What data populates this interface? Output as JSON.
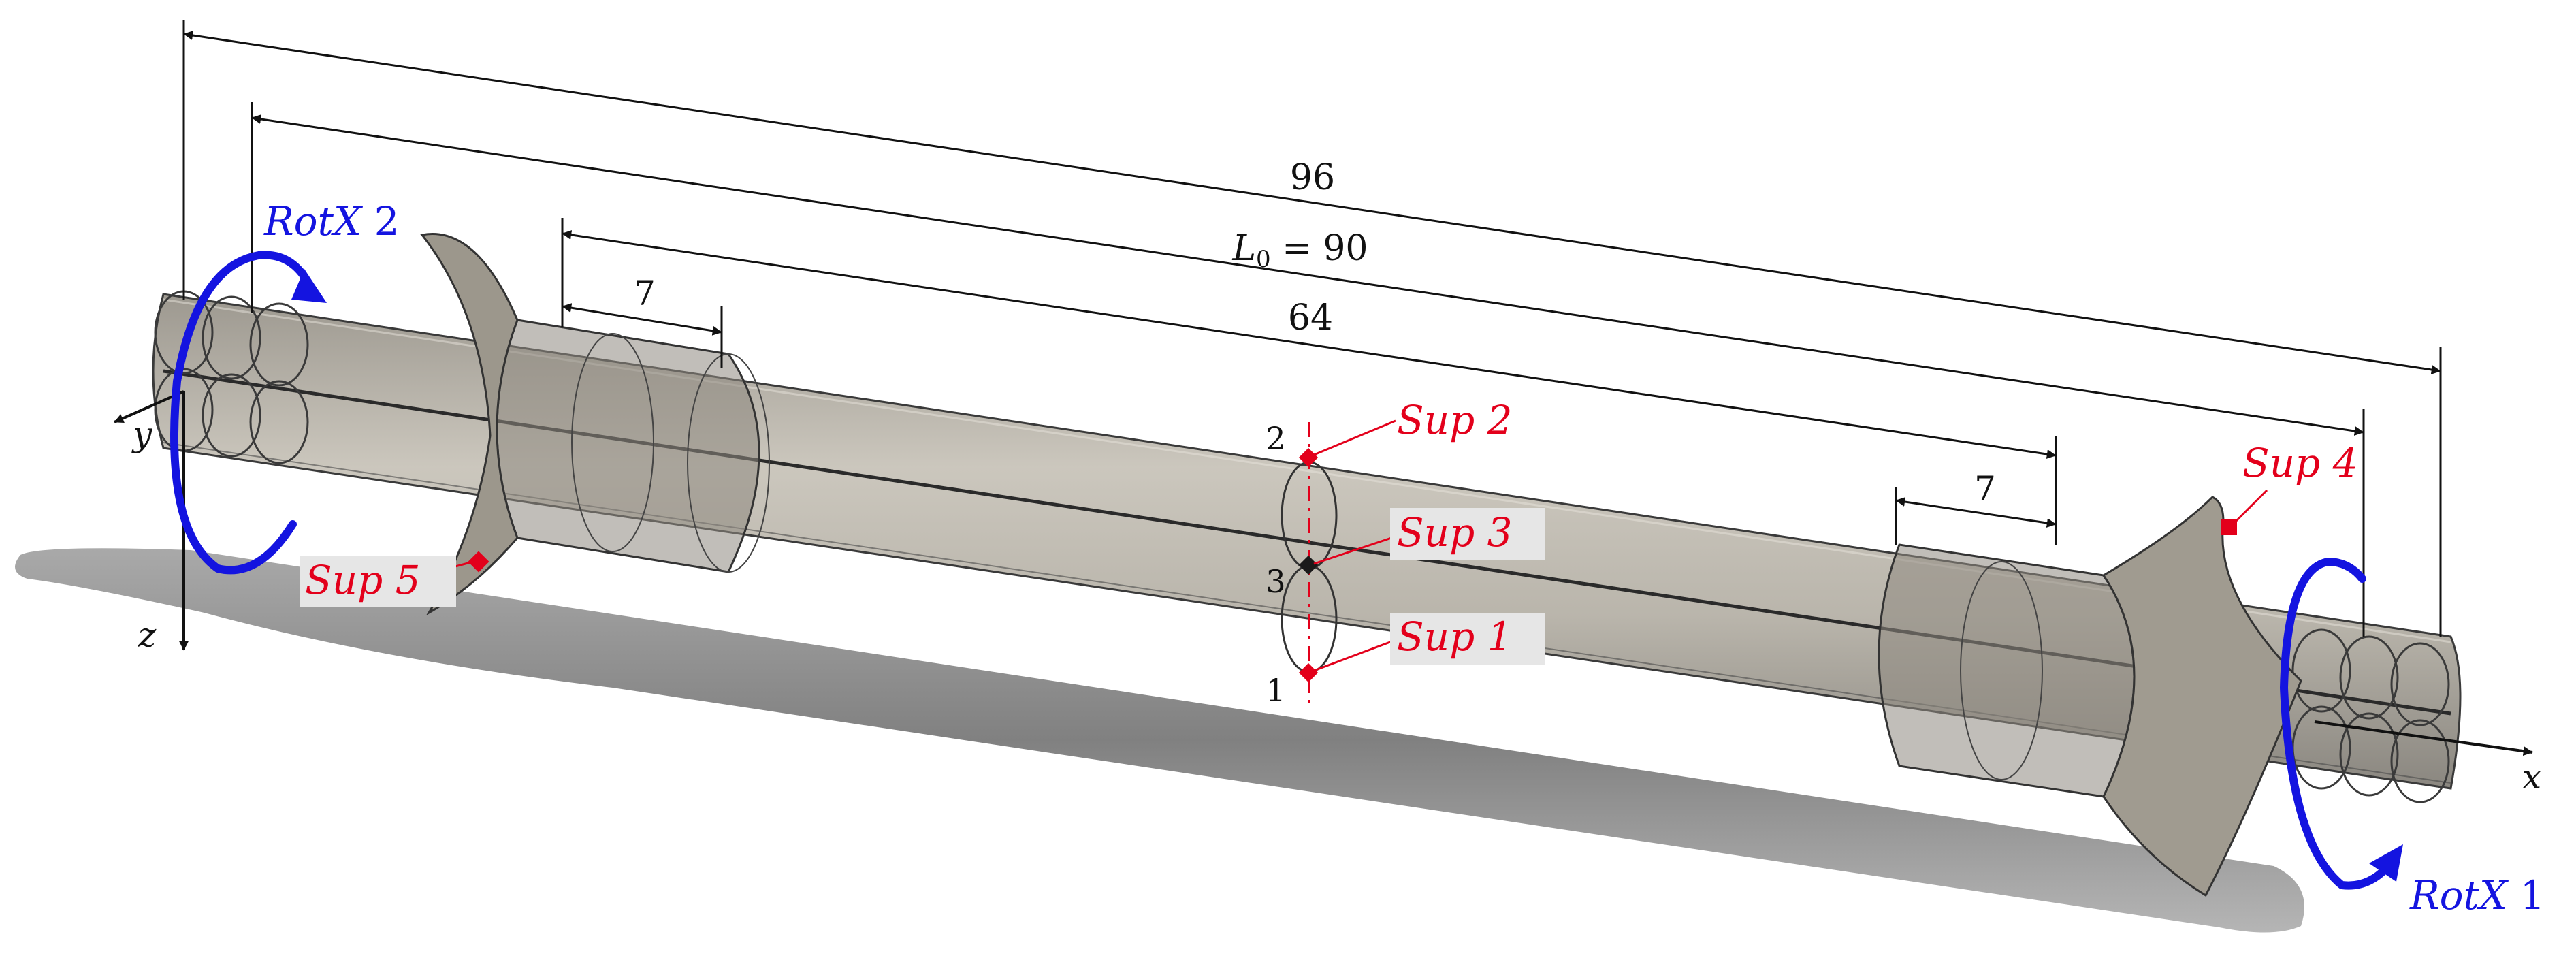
{
  "dimensions": {
    "overall": "96",
    "l0_symbol": "L",
    "l0_sub": "0",
    "l0_value": " = 90",
    "inner": "64",
    "left_offset": "7",
    "right_offset": "7"
  },
  "axes": {
    "x": "x",
    "y": "y",
    "z": "z"
  },
  "points": {
    "p1": "1",
    "p2": "2",
    "p3": "3"
  },
  "supports": {
    "sup1": "Sup 1",
    "sup2": "Sup 2",
    "sup3": "Sup 3",
    "sup4": "Sup 4",
    "sup5": "Sup 5"
  },
  "rotations": {
    "rot1_italic": "RotX",
    "rot1_num": " 1",
    "rot2_italic": "RotX",
    "rot2_num": " 2"
  },
  "colors": {
    "support": "#e3001b",
    "rotation": "#1414e0",
    "tube": "#b5b0a5",
    "shadow": "#6e6e6e"
  }
}
